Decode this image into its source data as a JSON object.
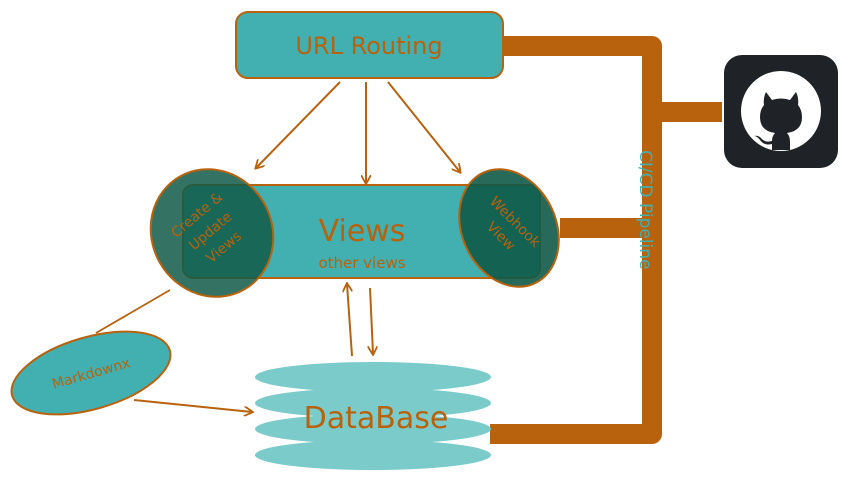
{
  "nodes": {
    "url_routing": "URL Routing",
    "views_title": "Views",
    "views_subtitle": "other views",
    "create_update": [
      "Create &",
      "Update",
      "Views"
    ],
    "webhook": [
      "Webhook",
      "View"
    ],
    "markdownx": "Markdownx",
    "database": "DataBase",
    "pipeline": "CI/CD Pipeline"
  },
  "icons": {
    "github": "github-icon"
  },
  "colors": {
    "teal": "#42b0b0",
    "teal_light": "#7ccbcb",
    "dark_green": "#105a48",
    "orange": "#b8620e",
    "github_bg": "#1f2328"
  }
}
